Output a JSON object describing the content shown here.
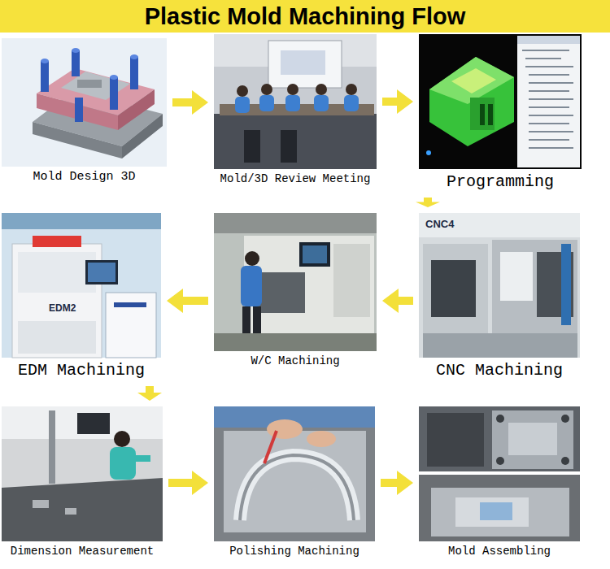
{
  "diagram": {
    "title": "Plastic Mold Machining Flow",
    "nodes": [
      {
        "text": [
          "Mold Design 3D"
        ]
      },
      {
        "text": [
          "Mold/3D Review Meeting"
        ]
      },
      {
        "text": [
          "Programming"
        ]
      },
      {
        "text": [
          "CNC Machining"
        ]
      },
      {
        "text": [
          "W/C Machining"
        ]
      },
      {
        "text": [
          "EDM Machining"
        ]
      },
      {
        "text": [
          "Dimension Measurement"
        ]
      },
      {
        "text": [
          "Polishing Machining"
        ]
      },
      {
        "text": [
          "Mold Assembling"
        ]
      }
    ],
    "edges": [
      {
        "from": 0,
        "to": 1,
        "arrow": "to"
      },
      {
        "from": 1,
        "to": 2,
        "arrow": "to"
      },
      {
        "from": 2,
        "to": 3,
        "arrow": "to"
      },
      {
        "from": 3,
        "to": 4,
        "arrow": "to"
      },
      {
        "from": 4,
        "to": 5,
        "arrow": "to"
      },
      {
        "from": 5,
        "to": 6,
        "arrow": "to"
      },
      {
        "from": 6,
        "to": 7,
        "arrow": "to"
      },
      {
        "from": 7,
        "to": 8,
        "arrow": "to"
      }
    ],
    "labels": [
      "CNC4",
      "EDM2"
    ]
  }
}
